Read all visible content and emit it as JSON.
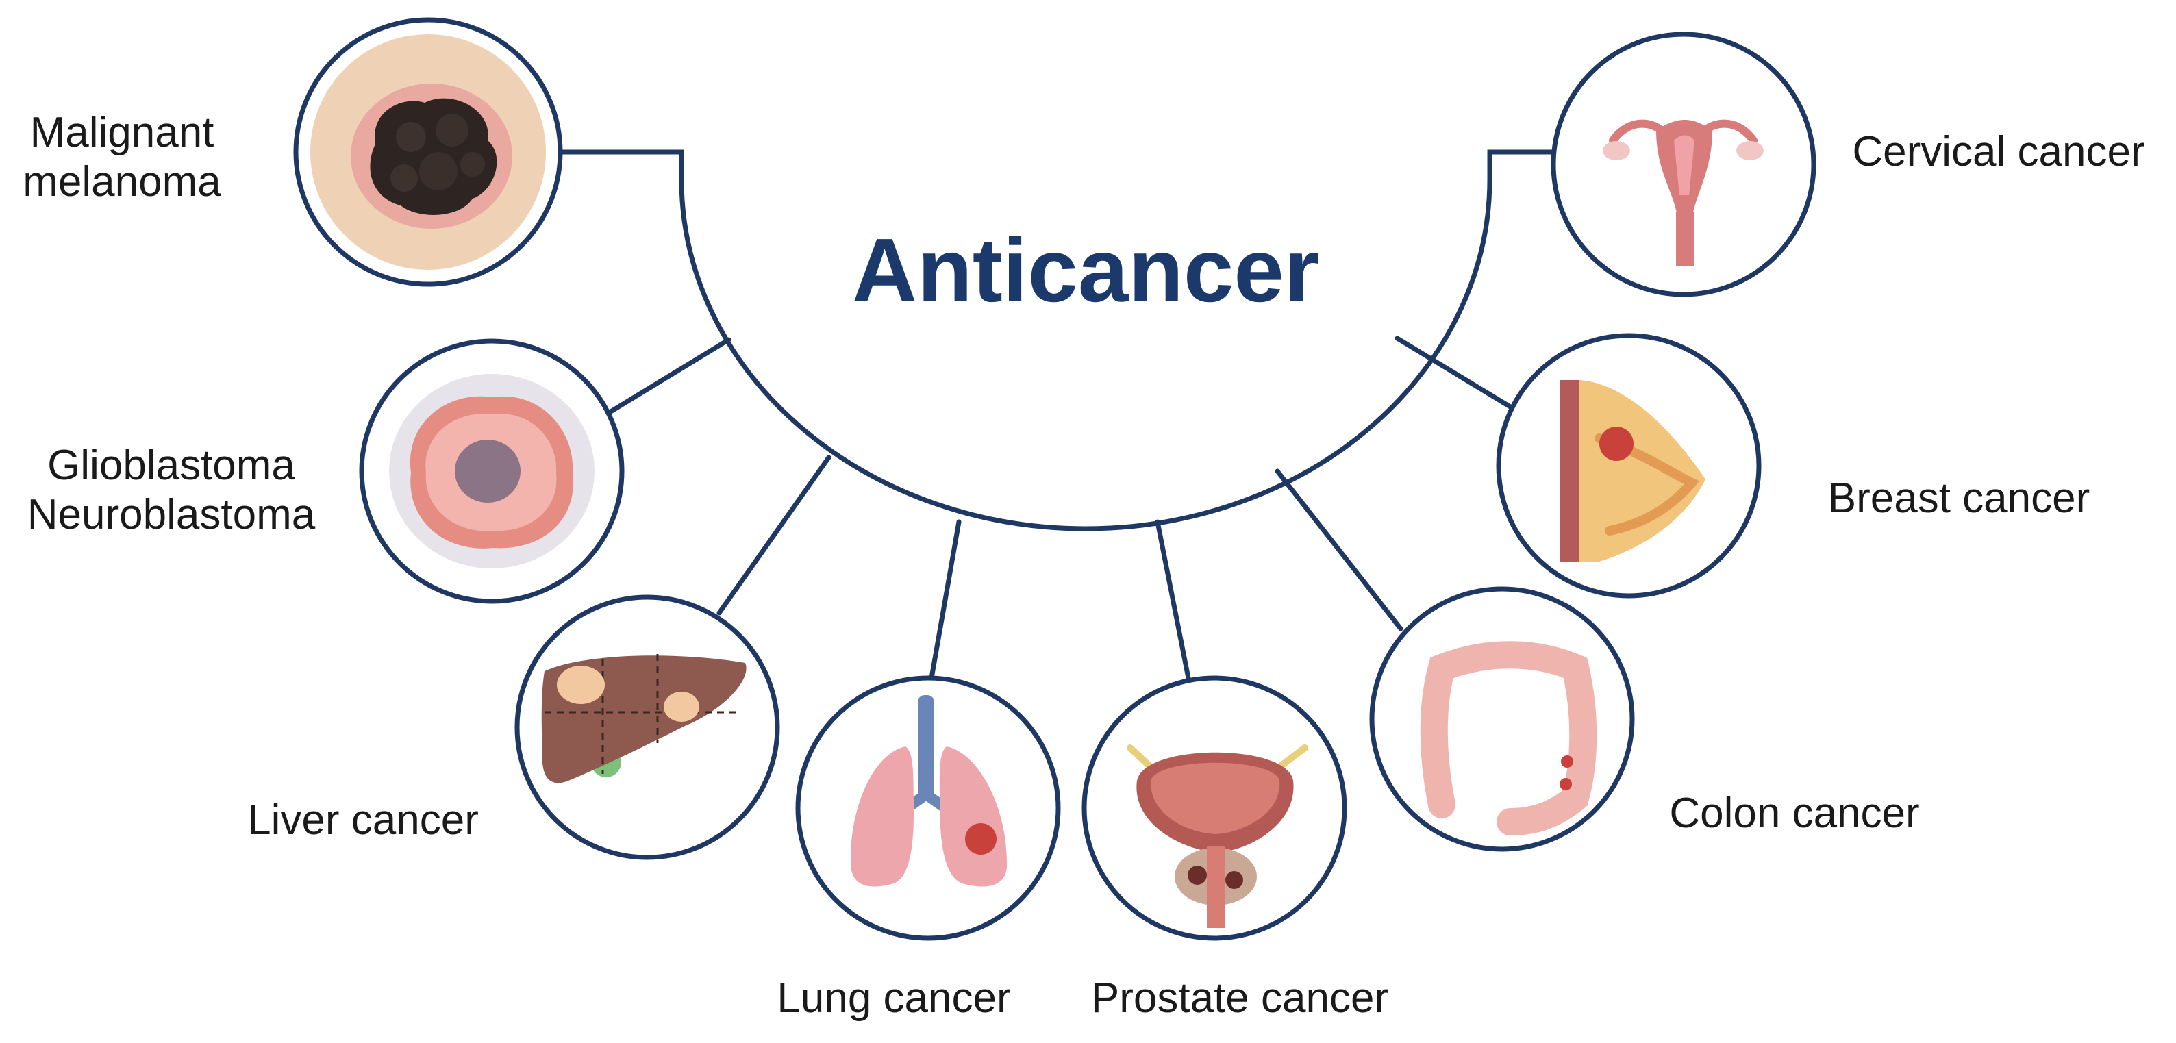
{
  "colors": {
    "navy": "#1f3763",
    "title": "#1b3a6b",
    "text": "#1a1a1a"
  },
  "hub": {
    "title": "Anticancer"
  },
  "nodes": [
    {
      "id": "melanoma",
      "label_lines": [
        "Malignant",
        "melanoma"
      ],
      "icon": "melanoma-lesion-icon"
    },
    {
      "id": "glioblastoma",
      "label_lines": [
        "Glioblastoma",
        "Neuroblastoma"
      ],
      "icon": "tumor-cell-icon"
    },
    {
      "id": "liver",
      "label_lines": [
        "Liver cancer"
      ],
      "icon": "liver-icon"
    },
    {
      "id": "lung",
      "label_lines": [
        "Lung cancer"
      ],
      "icon": "lungs-icon"
    },
    {
      "id": "prostate",
      "label_lines": [
        "Prostate cancer"
      ],
      "icon": "prostate-bladder-icon"
    },
    {
      "id": "colon",
      "label_lines": [
        "Colon cancer"
      ],
      "icon": "colon-icon"
    },
    {
      "id": "breast",
      "label_lines": [
        "Breast cancer"
      ],
      "icon": "breast-icon"
    },
    {
      "id": "cervical",
      "label_lines": [
        "Cervical cancer"
      ],
      "icon": "uterus-icon"
    }
  ]
}
